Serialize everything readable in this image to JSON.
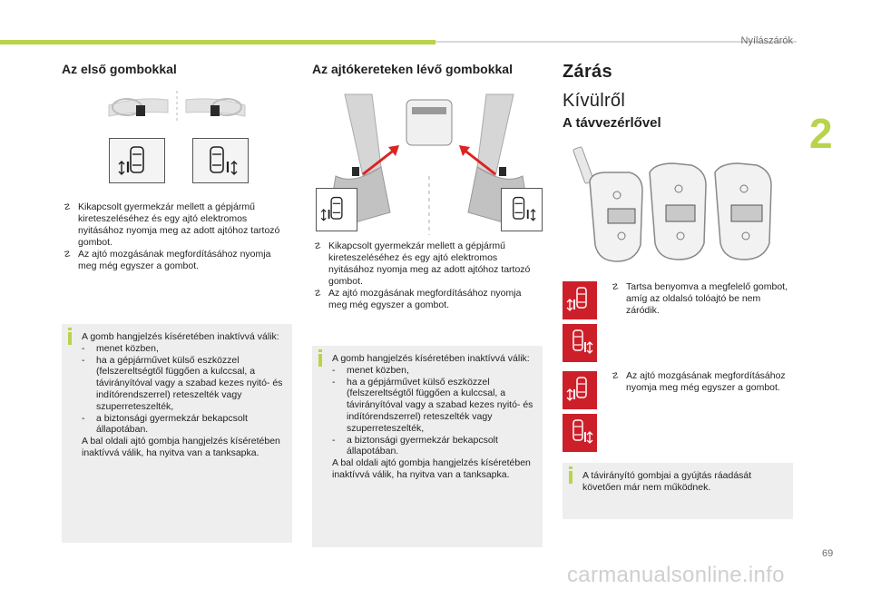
{
  "header": {
    "section": "Nyílászárók",
    "chapter": "2",
    "page": "69"
  },
  "watermark": "carmanualsonline.info",
  "col1": {
    "heading": "Az első gombokkal",
    "bullets": [
      "Kikapcsolt gyermekzár mellett a gépjármű kireteszeléséhez és egy ajtó elektromos nyitásához nyomja meg az adott ajtóhoz tartozó gombot.",
      "Az ajtó mozgásának megfordításához nyomja meg még egyszer a gombot."
    ],
    "info": {
      "intro": "A gomb hangjelzés kíséretében inaktívvá válik:",
      "items": [
        "menet közben,",
        "ha a gépjárművet külső eszközzel (felszereltségtől függően a kulccsal, a távirányítóval vagy a szabad kezes nyitó- és indítórendszerrel) reteszelték vagy szuperreteszelték,",
        "a biztonsági gyermekzár bekapcsolt állapotában."
      ],
      "outro": "A bal oldali ajtó gombja hangjelzés kíséretében inaktívvá válik, ha nyitva van a tanksapka."
    }
  },
  "col2": {
    "heading": "Az ajtókereteken lévő gombokkal",
    "bullets": [
      "Kikapcsolt gyermekzár mellett a gépjármű kireteszeléséhez és egy ajtó elektromos nyitásához nyomja meg az adott ajtóhoz tartozó gombot.",
      "Az ajtó mozgásának megfordításához nyomja meg még egyszer a gombot."
    ],
    "info": {
      "intro": "A gomb hangjelzés kíséretében inaktívvá válik:",
      "items": [
        "menet közben,",
        "ha a gépjárművet külső eszközzel (felszereltségtől függően a kulccsal, a távirányítóval vagy a szabad kezes nyitó- és indítórendszerrel) reteszelték vagy szuperreteszelték,",
        "a biztonsági gyermekzár bekapcsolt állapotában."
      ],
      "outro": "A bal oldali ajtó gombja hangjelzés kíséretében inaktívvá válik, ha nyitva van a tanksapka."
    }
  },
  "col3": {
    "title": "Zárás",
    "subtitle": "Kívülről",
    "subheading": "A távvezérlővel",
    "bullet1": "Tartsa benyomva a megfelelő gombot, amíg az oldalsó tolóajtó be nem záródik.",
    "bullet2": "Az ajtó mozgásának megfordításához nyomja meg még egyszer a gombot.",
    "info": "A távirányító gombjai a gyújtás ráadását követően már nem működnek."
  },
  "colors": {
    "accent": "#b7d44a",
    "red": "#cd1f2a",
    "info_bg": "#eeeeee"
  }
}
